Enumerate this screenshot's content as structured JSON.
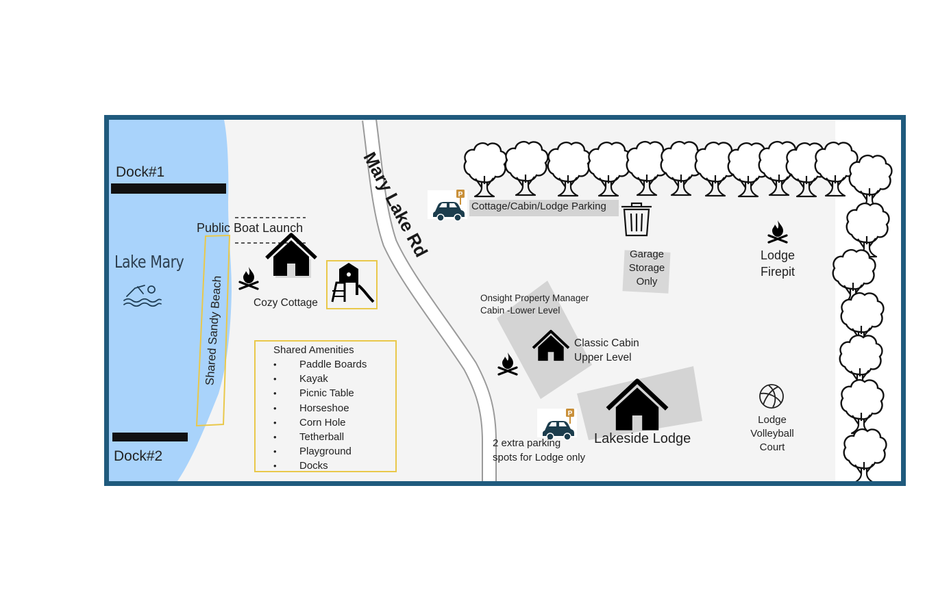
{
  "map": {
    "water_name": "Lake Mary",
    "road_name": "Mary Lake Rd",
    "docks": [
      "Dock#1",
      "Dock#2"
    ],
    "beach": "Shared  Sandy Beach",
    "boat_launch": "Public Boat Launch",
    "parking_main": "Cottage/Cabin/Lodge Parking",
    "parking_extra": [
      "2 extra parking",
      "spots for Lodge only"
    ],
    "garage": [
      "Garage",
      "Storage",
      "Only"
    ],
    "lodge_firepit": [
      "Lodge",
      "Firepit"
    ],
    "buildings": {
      "cottage": "Cozy Cottage",
      "manager": [
        "Onsight Property Manager",
        "Cabin -Lower Level"
      ],
      "classic": [
        "Classic Cabin",
        "Upper Level"
      ],
      "lodge": "Lakeside Lodge"
    },
    "volleyball": [
      "Lodge",
      "Volleyball",
      "Court"
    ],
    "amenities": {
      "title": "Shared Amenities",
      "items": [
        "Paddle Boards",
        "Kayak",
        "Picnic Table",
        "Horseshoe",
        "Corn Hole",
        "Tetherball",
        "Playground",
        "Docks"
      ]
    },
    "parking_badge": "P"
  },
  "colors": {
    "frame": "#1f5a7d",
    "water": "#a9d3fb",
    "land": "#f4f4f4",
    "highlight": "#e9c84a",
    "building_pad": "#d4d4d4",
    "parking_badge": "#c9903a"
  },
  "icons": [
    "swimmer-icon",
    "campfire-icon",
    "house-icon",
    "playground-icon",
    "car-icon",
    "parking-sign-icon",
    "trash-can-icon",
    "volleyball-icon",
    "tree-icon"
  ]
}
